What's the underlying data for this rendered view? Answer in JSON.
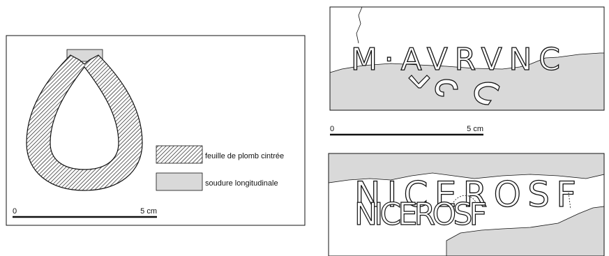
{
  "section_figure": {
    "legend": [
      {
        "label": "feuille de plomb cintrée",
        "swatch": "hatched"
      },
      {
        "label": "soudure longitudinale",
        "swatch": "solid",
        "color": "#d9d9d9"
      }
    ],
    "scale": {
      "start": "0",
      "end": "5 cm"
    }
  },
  "inscription_panels": [
    {
      "text": "M·AVRVNC"
    },
    {
      "text": "NICEROSF"
    }
  ],
  "inscription_scale": {
    "start": "0",
    "end": "5 cm"
  },
  "colors": {
    "fill_grey": "#d9d9d9",
    "stroke": "#111111"
  }
}
